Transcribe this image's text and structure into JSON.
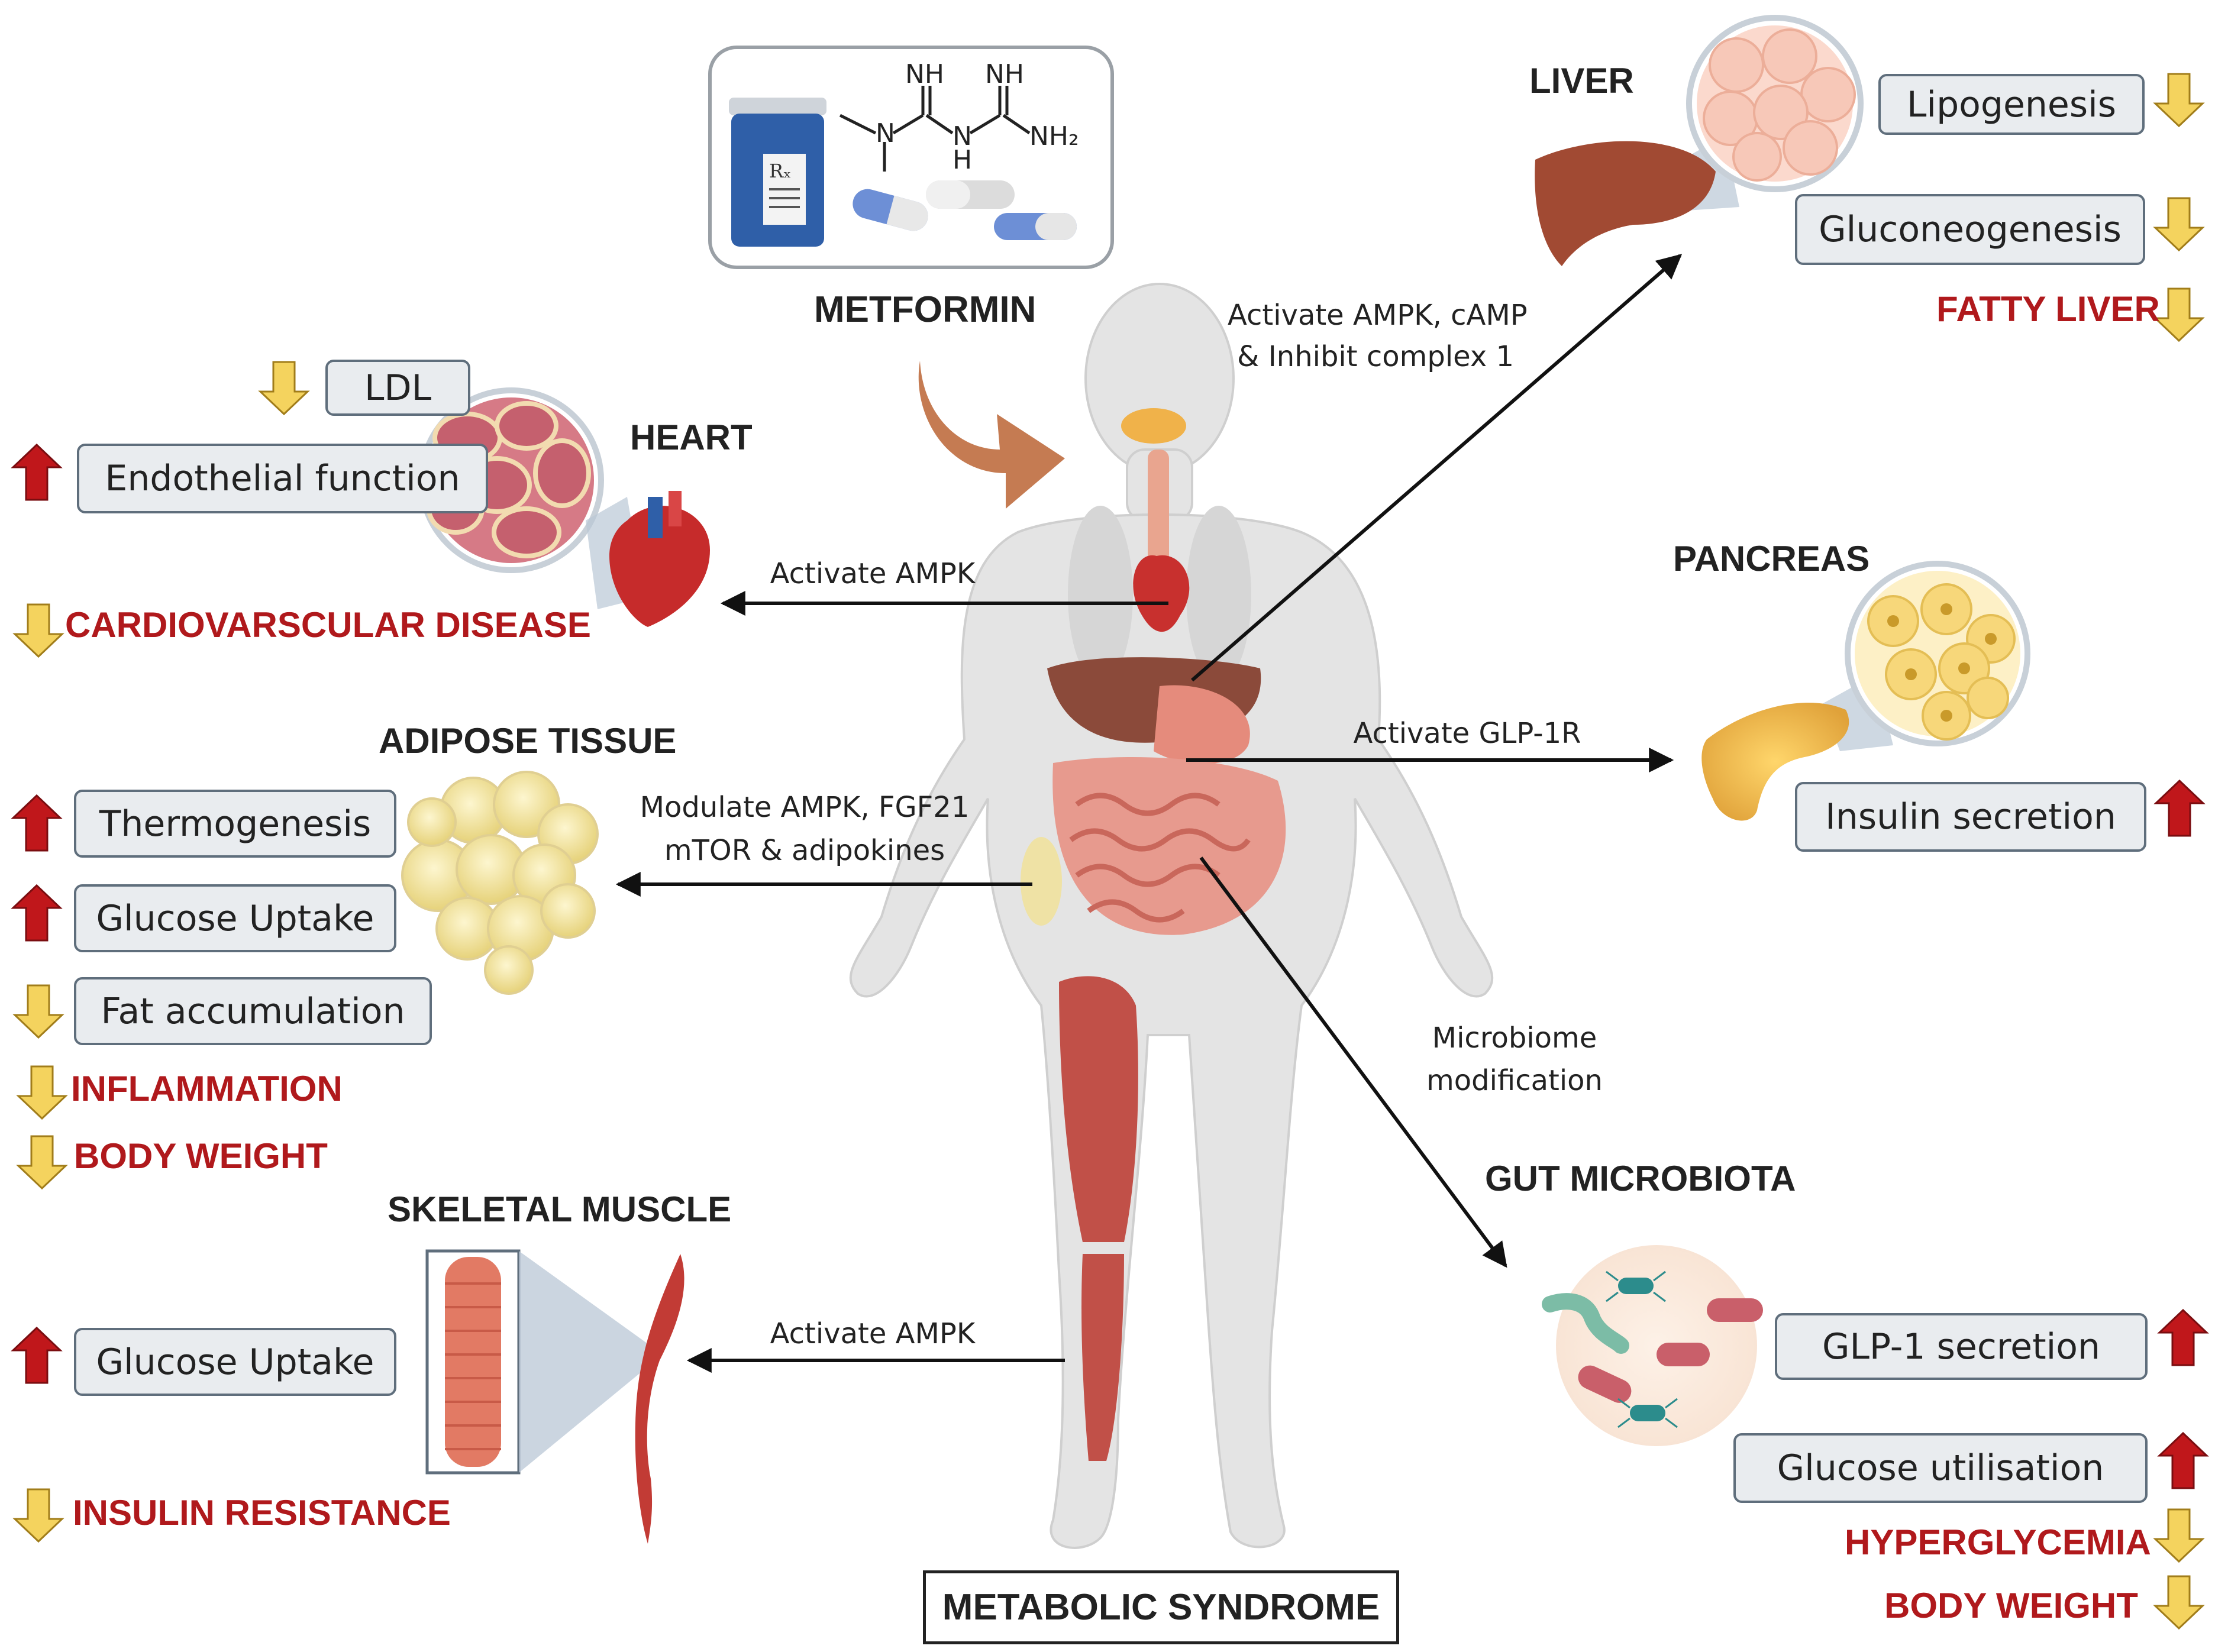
{
  "drug": {
    "name": "METFORMIN",
    "formula": {
      "nh_left": "NH",
      "nh_right": "NH",
      "n": "N",
      "h": "H",
      "nh2": "NH₂",
      "rx": "Rₓ"
    }
  },
  "body_label": "METABOLIC SYNDROME",
  "liver": {
    "title": "LIVER",
    "pathway": [
      "Activate AMPK, cAMP",
      "& Inhibit complex 1"
    ],
    "effects": [
      {
        "label": "Lipogenesis",
        "direction": "down"
      },
      {
        "label": "Gluconeogenesis",
        "direction": "down"
      }
    ],
    "outcome": {
      "label": "FATTY LIVER",
      "direction": "down"
    }
  },
  "heart": {
    "title": "HEART",
    "pathway": "Activate AMPK",
    "effects": [
      {
        "label": "LDL",
        "direction": "down"
      },
      {
        "label": "Endothelial function",
        "direction": "up"
      }
    ],
    "outcome": {
      "label": "CARDIOVARSCULAR  DISEASE",
      "direction": "down"
    }
  },
  "pancreas": {
    "title": "PANCREAS",
    "pathway": "Activate GLP-1R",
    "effects": [
      {
        "label": "Insulin secretion",
        "direction": "up"
      }
    ]
  },
  "adipose": {
    "title": "ADIPOSE TISSUE",
    "pathway": [
      "Modulate AMPK, FGF21",
      "mTOR & adipokines"
    ],
    "effects": [
      {
        "label": "Thermogenesis",
        "direction": "up"
      },
      {
        "label": "Glucose Uptake",
        "direction": "up"
      },
      {
        "label": "Fat accumulation",
        "direction": "down"
      }
    ],
    "outcomes": [
      {
        "label": "INFLAMMATION",
        "direction": "down"
      },
      {
        "label": "BODY WEIGHT",
        "direction": "down"
      }
    ]
  },
  "gut": {
    "title": "GUT MICROBIOTA",
    "pathway": [
      "Microbiome",
      "modification"
    ],
    "effects": [
      {
        "label": "GLP-1 secretion",
        "direction": "up"
      },
      {
        "label": "Glucose utilisation",
        "direction": "up"
      }
    ],
    "outcomes": [
      {
        "label": "HYPERGLYCEMIA",
        "direction": "down"
      },
      {
        "label": "BODY WEIGHT",
        "direction": "down"
      }
    ]
  },
  "muscle": {
    "title": "SKELETAL MUSCLE",
    "pathway": "Activate AMPK",
    "effects": [
      {
        "label": "Glucose Uptake",
        "direction": "up"
      }
    ],
    "outcome": {
      "label": "INSULIN RESISTANCE",
      "direction": "down"
    }
  },
  "colors": {
    "up_arrow": "#c0171b",
    "down_arrow": "#f4d35e",
    "outcome_text": "#b0191c",
    "box_fill": "#e9ecef",
    "body": "#e3e3e3"
  }
}
